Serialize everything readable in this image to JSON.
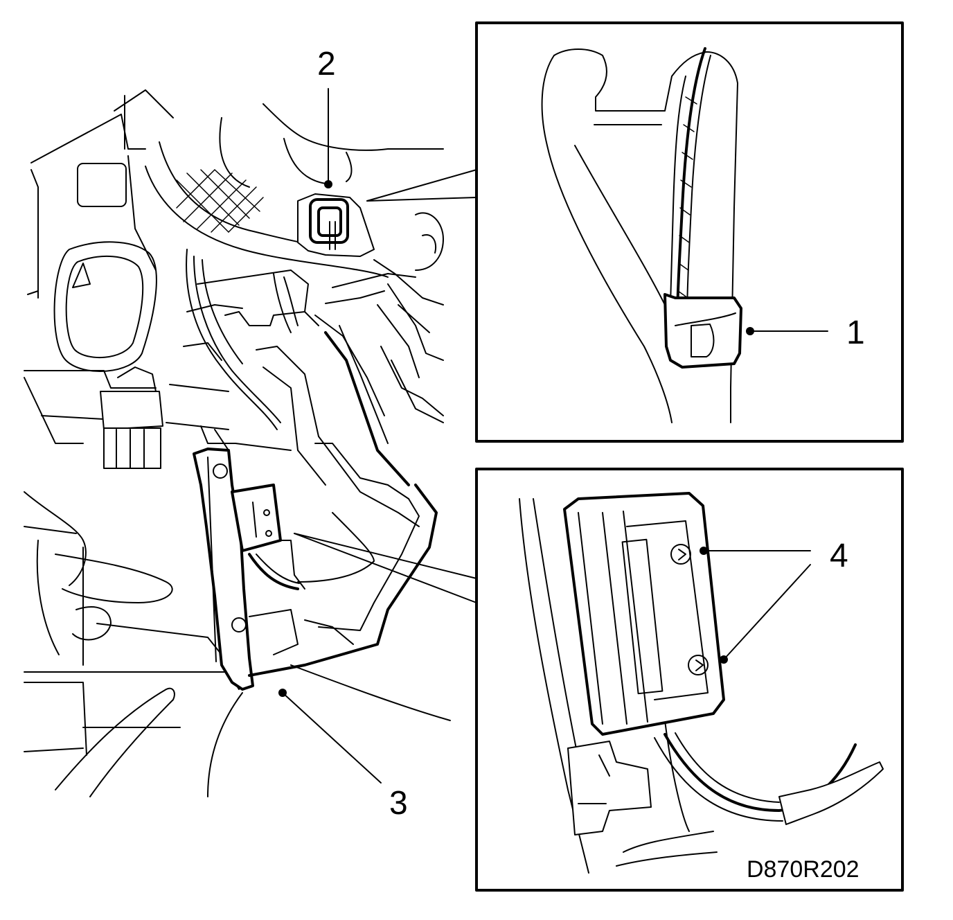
{
  "callouts": {
    "c1": "1",
    "c2": "2",
    "c3": "3",
    "c4": "4"
  },
  "drawing_code": "D870R202"
}
